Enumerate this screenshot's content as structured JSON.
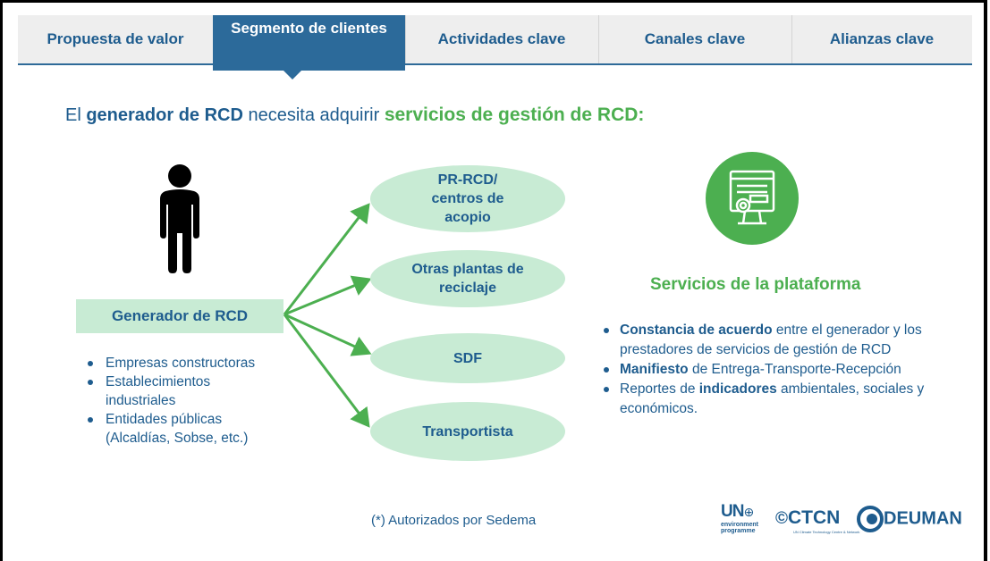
{
  "tabs": [
    {
      "label": "Propuesta de valor",
      "active": false
    },
    {
      "label": "Segmento de clientes",
      "active": true
    },
    {
      "label": "Actividades clave",
      "active": false
    },
    {
      "label": "Canales clave",
      "active": false
    },
    {
      "label": "Alianzas clave",
      "active": false
    }
  ],
  "headline": {
    "p1": "El ",
    "bold1": "generador de RCD",
    "p2": " necesita adquirir ",
    "bold2": "servicios de gestión de RCD:"
  },
  "generator": {
    "label": "Generador de RCD",
    "items": [
      "Empresas constructoras",
      "Establecimientos industriales",
      "Entidades públicas (Alcaldías, Sobse, etc.)"
    ]
  },
  "destinations": [
    "PR-RCD/ centros de acopio",
    "Otras plantas de reciclaje",
    "SDF",
    "Transportista"
  ],
  "services": {
    "title": "Servicios de la plataforma",
    "items": [
      {
        "bold": "Constancia de acuerdo",
        "rest": " entre el generador y los prestadores de servicios de gestión de RCD",
        "pre": ""
      },
      {
        "bold": "Manifiesto",
        "rest": " de Entrega-Transporte-Recepción",
        "pre": ""
      },
      {
        "pre": "Reportes de ",
        "bold": "indicadores",
        "rest": " ambientales, sociales y económicos."
      }
    ]
  },
  "footnote": "(*) Autorizados por Sedema",
  "logos": {
    "un": "UN",
    "un_sub1": "environment",
    "un_sub2": "programme",
    "ctcn": "CTCN",
    "ctcn_sub": "UN Climate Technology Centre & Network",
    "deuman": "DEUMAN"
  },
  "colors": {
    "primary_blue": "#1e5c8e",
    "active_tab": "#2c6a9a",
    "green": "#4caf50",
    "light_green": "#c8ebd4"
  },
  "icons": {
    "person": "person-silhouette-icon",
    "platform": "computer-monitor-gear-icon"
  }
}
